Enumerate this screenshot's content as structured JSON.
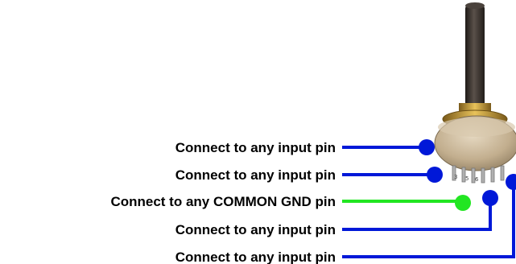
{
  "labels": [
    "Connect to any input pin",
    "Connect to any input pin",
    "Connect to any COMMON GND pin",
    "Connect to any input pin",
    "Connect to any input pin"
  ],
  "colors": {
    "input_wire": "#0018d8",
    "gnd_wire": "#22e622",
    "label_text": "#000000",
    "shaft": "#3a332e",
    "nut": "#b8902e",
    "body": "#c9b89c"
  },
  "component": "rotary-switch-potentiometer"
}
